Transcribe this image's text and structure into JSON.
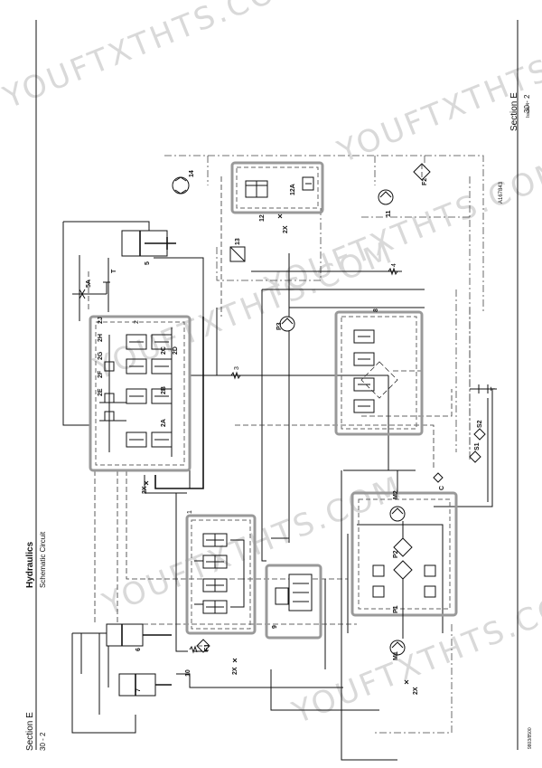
{
  "header": {
    "section_left": "Section E",
    "page_left": "30 - 2",
    "section_right": "Section E",
    "page_right": "30 - 2",
    "title": "Hydraulics",
    "subtitle": "Schematic Circuit",
    "doc_code": "9803/8500",
    "issue": "Issue 4",
    "figure_ref": "A167843"
  },
  "watermark": "YOUFTXTHTS.COM",
  "labels": {
    "c1": "1",
    "c2": "2",
    "c3": "3",
    "c4": "4",
    "c5": "5",
    "c6": "6",
    "c7": "7",
    "c8": "8",
    "c9": "9",
    "c10": "10",
    "c11": "11",
    "c12": "12",
    "c13": "13",
    "c14": "14",
    "v2a": "2A",
    "v2b": "2B",
    "v2c": "2C",
    "v2d": "2D",
    "v2e": "2E",
    "v2f": "2F",
    "v2g": "2G",
    "v2h": "2H",
    "v2j": "2J",
    "v5a": "5A",
    "v12a": "12A",
    "f1": "F1",
    "f2": "F2",
    "p1": "P1",
    "p2": "P2",
    "p3": "P3",
    "m1": "M1",
    "m2": "M2",
    "s1": "S1",
    "s2": "S2",
    "c": "C",
    "t1": "T",
    "t2": "T",
    "x2a": "2X",
    "x2b": "2X",
    "x2c": "2X",
    "x2d": "2X"
  }
}
